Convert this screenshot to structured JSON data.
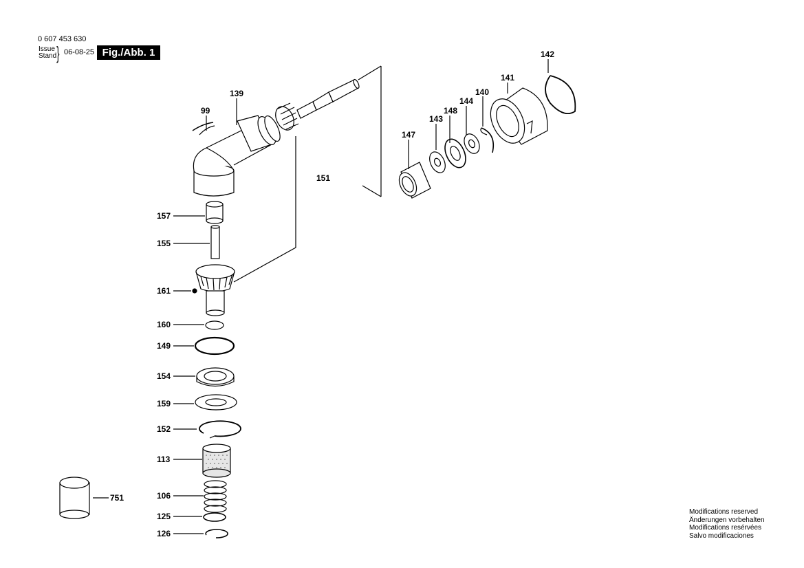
{
  "header": {
    "part_number": "0 607 453 630",
    "issue_label": "Issue",
    "stand_label": "Stand",
    "date": "06-08-25",
    "figure_label": "Fig./Abb. 1"
  },
  "labels": {
    "p99": "99",
    "p139": "139",
    "p142": "142",
    "p141": "141",
    "p140": "140",
    "p144": "144",
    "p148": "148",
    "p143": "143",
    "p147": "147",
    "p151": "151",
    "p157": "157",
    "p155": "155",
    "p161": "161",
    "p160": "160",
    "p149": "149",
    "p154": "154",
    "p159": "159",
    "p152": "152",
    "p113": "113",
    "p106": "106",
    "p125": "125",
    "p126": "126",
    "p751": "751"
  },
  "notes": [
    "Modifications reserved",
    "Änderungen vorbehalten",
    "Modifications resérvées",
    "Salvo modificaciones"
  ],
  "colors": {
    "ink": "#000000",
    "shade": "#d9d9d9",
    "paper": "#ffffff"
  }
}
